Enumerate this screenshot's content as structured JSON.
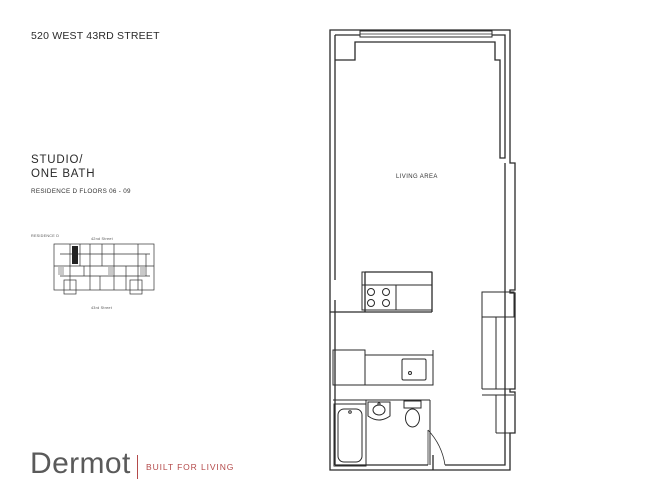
{
  "header": {
    "address": "520 WEST 43RD STREET"
  },
  "unit": {
    "type_line1": "STUDIO/",
    "type_line2": "ONE BATH",
    "residence_floors": "RESIDENCE D FLOORS 06 - 09"
  },
  "key_plan": {
    "residence_label": "RESIDENCE D",
    "street_top": "42nd Street",
    "street_bottom": "43rd Street"
  },
  "floor_plan": {
    "room_label": "LIVING AREA"
  },
  "brand": {
    "name": "Dermot",
    "tagline": "BUILT FOR LIVING",
    "accent_color": "#b44a4a"
  }
}
